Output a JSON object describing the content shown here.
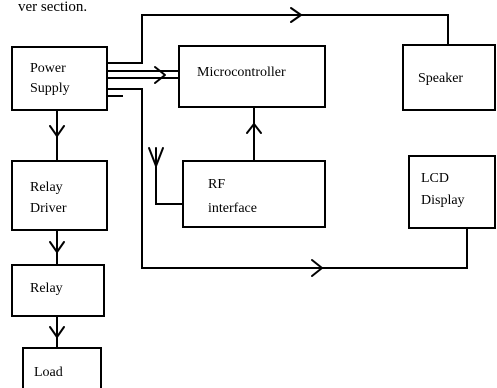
{
  "header": {
    "cut_text": "ver section."
  },
  "blocks": {
    "power_supply": [
      "Power",
      "Supply"
    ],
    "microcontroller": [
      "Microcontroller"
    ],
    "speaker": [
      "Speaker"
    ],
    "relay_driver": [
      "Relay",
      "Driver"
    ],
    "rf_interface": [
      "RF",
      "interface"
    ],
    "lcd_display": [
      "LCD",
      "Display"
    ],
    "relay": [
      "Relay"
    ],
    "load": [
      "Load"
    ]
  },
  "icons": {
    "antenna": "antenna-icon"
  }
}
